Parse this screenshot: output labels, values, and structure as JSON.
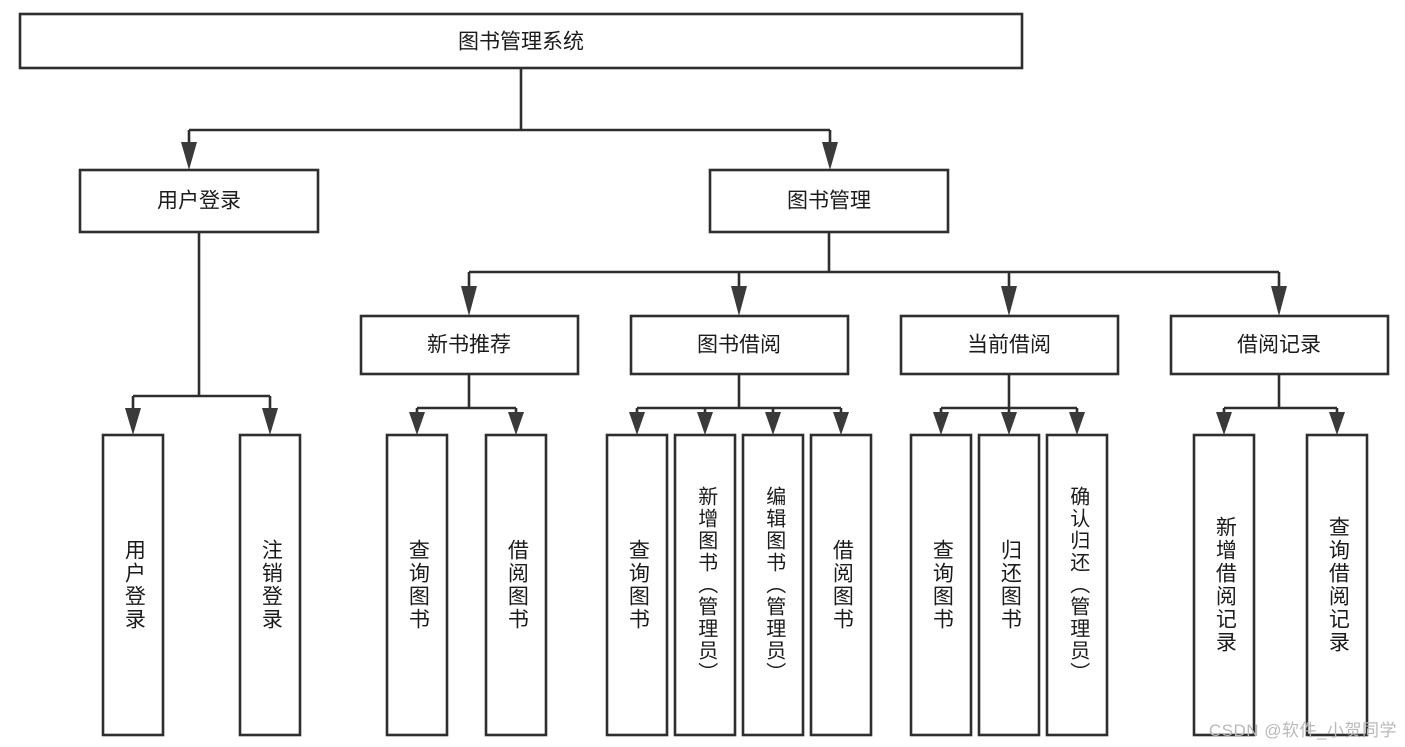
{
  "diagram": {
    "type": "tree-hierarchy",
    "title": "图书管理系统",
    "watermark": "CSDN @软件_小贺同学",
    "colors": {
      "background": "#ffffff",
      "box_fill": "#ffffff",
      "box_stroke": "#2e2e2e",
      "connector": "#2e2e2e",
      "arrow": "#3a3a3a",
      "text": "#1b1b1b",
      "watermark": "#b9b9b9"
    },
    "root": {
      "label": "图书管理系统",
      "orientation": "horizontal"
    },
    "level2": [
      {
        "label": "用户登录",
        "orientation": "horizontal"
      },
      {
        "label": "图书管理",
        "orientation": "horizontal"
      }
    ],
    "level3": [
      {
        "label": "新书推荐",
        "orientation": "horizontal",
        "parent": "图书管理"
      },
      {
        "label": "图书借阅",
        "orientation": "horizontal",
        "parent": "图书管理"
      },
      {
        "label": "当前借阅",
        "orientation": "horizontal",
        "parent": "图书管理"
      },
      {
        "label": "借阅记录",
        "orientation": "horizontal",
        "parent": "图书管理"
      }
    ],
    "leaves": [
      {
        "label": "用户登录",
        "orientation": "vertical",
        "parent": "用户登录"
      },
      {
        "label": "注销登录",
        "orientation": "vertical",
        "parent": "用户登录"
      },
      {
        "label": "查询图书",
        "orientation": "vertical",
        "parent": "新书推荐"
      },
      {
        "label": "借阅图书",
        "orientation": "vertical",
        "parent": "新书推荐"
      },
      {
        "label": "查询图书",
        "orientation": "vertical",
        "parent": "图书借阅"
      },
      {
        "label": "新增图书（管理员）",
        "orientation": "vertical",
        "parent": "图书借阅"
      },
      {
        "label": "编辑图书（管理员）",
        "orientation": "vertical",
        "parent": "图书借阅"
      },
      {
        "label": "借阅图书",
        "orientation": "vertical",
        "parent": "图书借阅"
      },
      {
        "label": "查询图书",
        "orientation": "vertical",
        "parent": "当前借阅"
      },
      {
        "label": "归还图书",
        "orientation": "vertical",
        "parent": "当前借阅"
      },
      {
        "label": "确认归还（管理员）",
        "orientation": "vertical",
        "parent": "当前借阅"
      },
      {
        "label": "新增借阅记录",
        "orientation": "vertical",
        "parent": "借阅记录"
      },
      {
        "label": "查询借阅记录",
        "orientation": "vertical",
        "parent": "借阅记录"
      }
    ]
  }
}
